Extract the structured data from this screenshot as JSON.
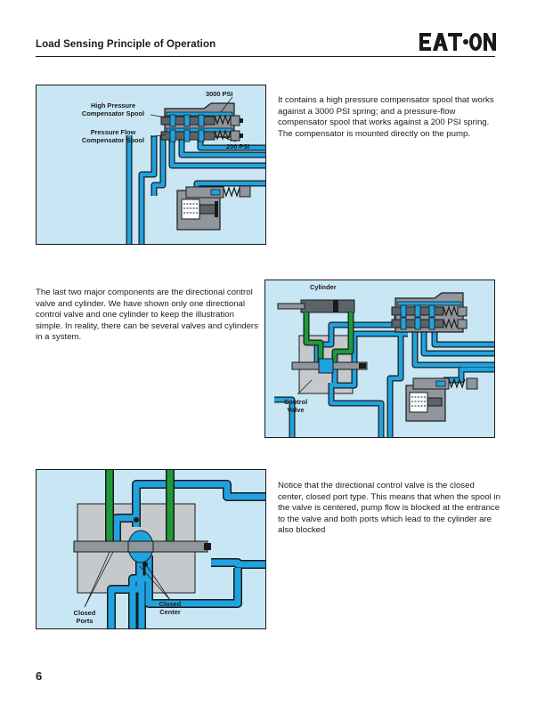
{
  "header": {
    "title": "Load Sensing Principle of Operation",
    "logo_text": "EATON"
  },
  "figure1": {
    "label_3000": "3000 PSI",
    "label_200": "200 PSI",
    "label_hp_line1": "High Pressure",
    "label_hp_line2": "Compensator Spool",
    "label_pf_line1": "Pressure Flow",
    "label_pf_line2": "Compensator Spool"
  },
  "text1": "It contains a high pressure compensator spool that works against a 3000 PSI spring; and a pressure-flow compensator spool that works against a 200 PSI spring.  The compensator is mounted directly on the pump.",
  "text2": "The last two major components are the directional control valve and cylinder.  We have shown only one directional control valve and one cylinder to keep the illustration simple. In reality, there can be several valves and cylinders in a system.",
  "figure2": {
    "label_cylinder": "Cylinder",
    "label_control_line1": "Control",
    "label_control_line2": "Valve"
  },
  "text3": "Notice that the directional control valve is the closed center, closed port type.  This means that when the spool in the valve is centered, pump flow is blocked at the entrance to the valve and both ports which lead to the cylinder are also blocked",
  "figure3": {
    "label_closed_ports_line1": "Closed",
    "label_closed_ports_line2": "Ports",
    "label_closed_center_line1": "Closed",
    "label_closed_center_line2": "Center"
  },
  "page_number": "6",
  "colors": {
    "panel_bg": "#c8e6f4",
    "hydraulic_blue": "#1fa3e0",
    "cylinder_green": "#1e9a3c",
    "valve_gray": "#8f969c",
    "outline": "#1a1a1a"
  }
}
